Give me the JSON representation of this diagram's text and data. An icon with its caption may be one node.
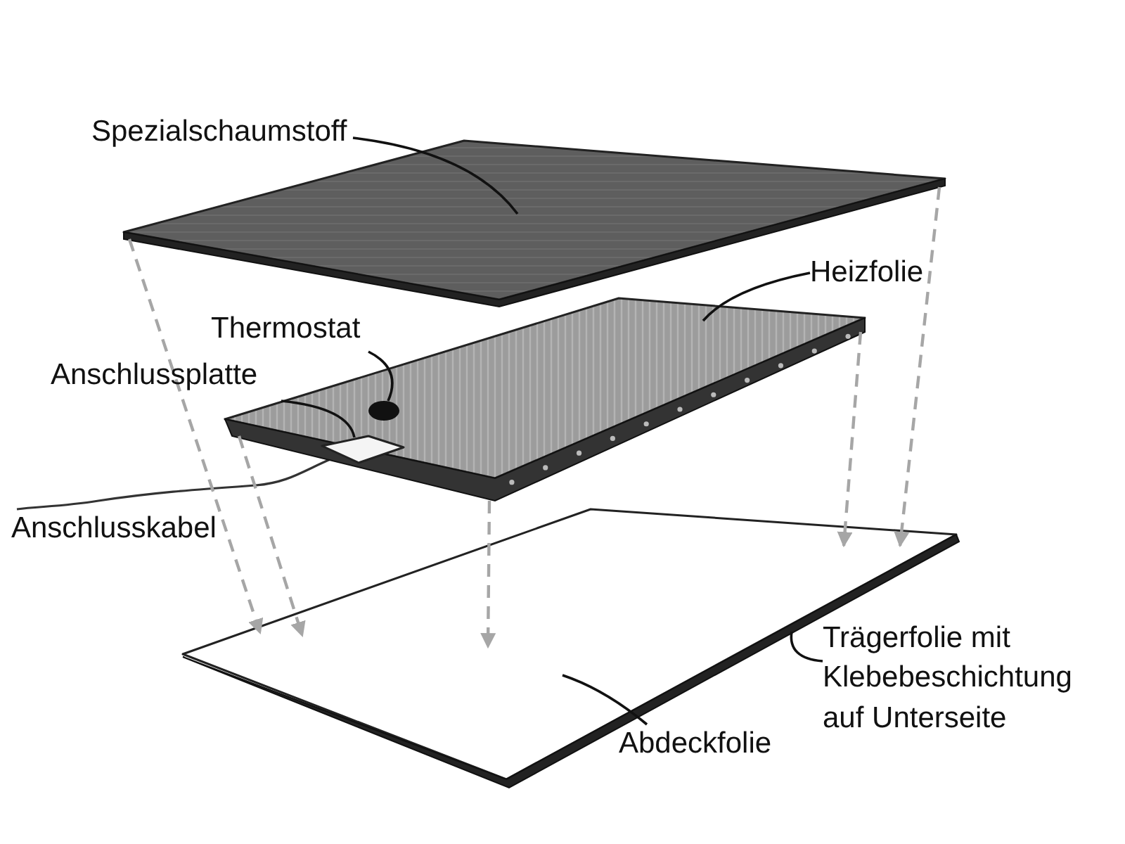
{
  "diagram": {
    "nodes": [
      {
        "text": [
          "Spezialschaumstoff"
        ]
      },
      {
        "text": [],
        "shape": "box"
      },
      {
        "text": [
          "Heizfolie"
        ]
      },
      {
        "text": [],
        "shape": "box"
      },
      {
        "text": [
          "Thermostat"
        ]
      },
      {
        "text": [],
        "shape": "circle",
        "in": 3
      },
      {
        "text": [
          "Anschlussplatte"
        ]
      },
      {
        "text": [],
        "shape": "box",
        "in": 3
      },
      {
        "text": [
          "Trägerfolie mit Klebebeschichtung auf Unterseite"
        ]
      },
      {
        "text": [
          "Abdeckfolie"
        ]
      },
      {
        "text": [],
        "shape": "box"
      }
    ],
    "edges": [
      {
        "from": 0,
        "to": 1,
        "arrow": "none"
      },
      {
        "from": 2,
        "to": 3,
        "arrow": "none"
      },
      {
        "from": 4,
        "to": 5,
        "arrow": "none"
      },
      {
        "from": 6,
        "to": 7,
        "arrow": "none"
      },
      {
        "from": 8,
        "to": 10,
        "arrow": "none"
      },
      {
        "from": 9,
        "to": 10,
        "arrow": "none"
      },
      {
        "from": 1,
        "to": 10,
        "arrow": "to",
        "style": "dashed",
        "color": "#a6a6a6"
      },
      {
        "from": 1,
        "to": 10,
        "arrow": "to",
        "style": "dashed",
        "color": "#a6a6a6"
      },
      {
        "from": 3,
        "to": 10,
        "arrow": "to",
        "style": "dashed",
        "color": "#a6a6a6"
      },
      {
        "from": 3,
        "to": 10,
        "arrow": "to",
        "style": "dashed",
        "color": "#a6a6a6"
      },
      {
        "from": 3,
        "to": 10,
        "arrow": "to",
        "style": "dashed",
        "color": "#a6a6a6"
      }
    ],
    "labels": [
      "Anschlusskabel"
    ]
  }
}
